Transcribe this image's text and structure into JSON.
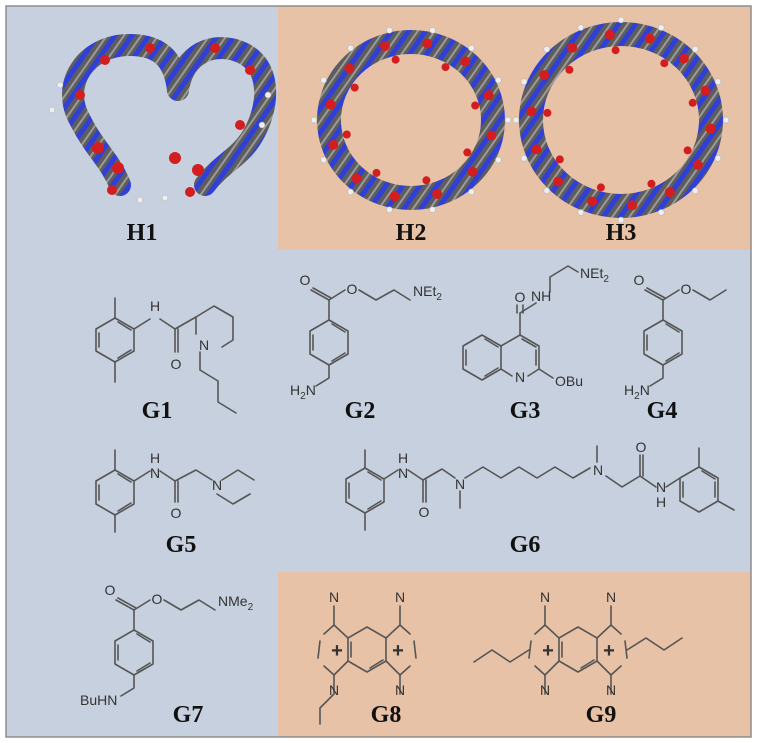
{
  "colors": {
    "blue_panel": "#c6d0de",
    "orange_panel": "#e8c2a7",
    "border": "#8d8d8d",
    "stick_gray": "#5d5d5d",
    "nitrogen": "#2f3fd8",
    "oxygen": "#d21e1e",
    "hydrogen": "#eeeeee",
    "bond_line": "#555555"
  },
  "hosts": {
    "h1": {
      "label": "H1"
    },
    "h2": {
      "label": "H2"
    },
    "h3": {
      "label": "H3"
    }
  },
  "guests": {
    "g1": {
      "label": "G1",
      "atoms": {
        "nh": "H",
        "n": "N"
      }
    },
    "g2": {
      "label": "G2",
      "atoms": {
        "o": "O",
        "net": "NEt",
        "net_sub": "2",
        "nh2": "H",
        "nh2_n": "N",
        "nh2_sub": "2"
      }
    },
    "g3": {
      "label": "G3",
      "atoms": {
        "net": "NEt",
        "net_sub": "2",
        "nh": "NH",
        "o": "O",
        "n": "N",
        "obu": "OBu"
      }
    },
    "g4": {
      "label": "G4",
      "atoms": {
        "o": "O",
        "nh2": "H",
        "nh2_n": "N",
        "nh2_sub": "2"
      }
    },
    "g5": {
      "label": "G5",
      "atoms": {
        "nh": "H",
        "n_amide": "N",
        "o": "O",
        "n": "N"
      }
    },
    "g6": {
      "label": "G6",
      "atoms": {
        "h_left": "H",
        "n_left": "N",
        "o_left": "O",
        "n2": "N",
        "n3": "N",
        "o_right": "O",
        "n_right": "N",
        "h_right": "H"
      }
    },
    "g7": {
      "label": "G7",
      "atoms": {
        "o": "O",
        "nme": "NMe",
        "nme_sub": "2",
        "buhn": "BuHN"
      }
    },
    "g8": {
      "label": "G8",
      "atoms": {
        "n": "N",
        "plus": "+"
      }
    },
    "g9": {
      "label": "G9",
      "atoms": {
        "n": "N",
        "plus": "+"
      }
    }
  }
}
